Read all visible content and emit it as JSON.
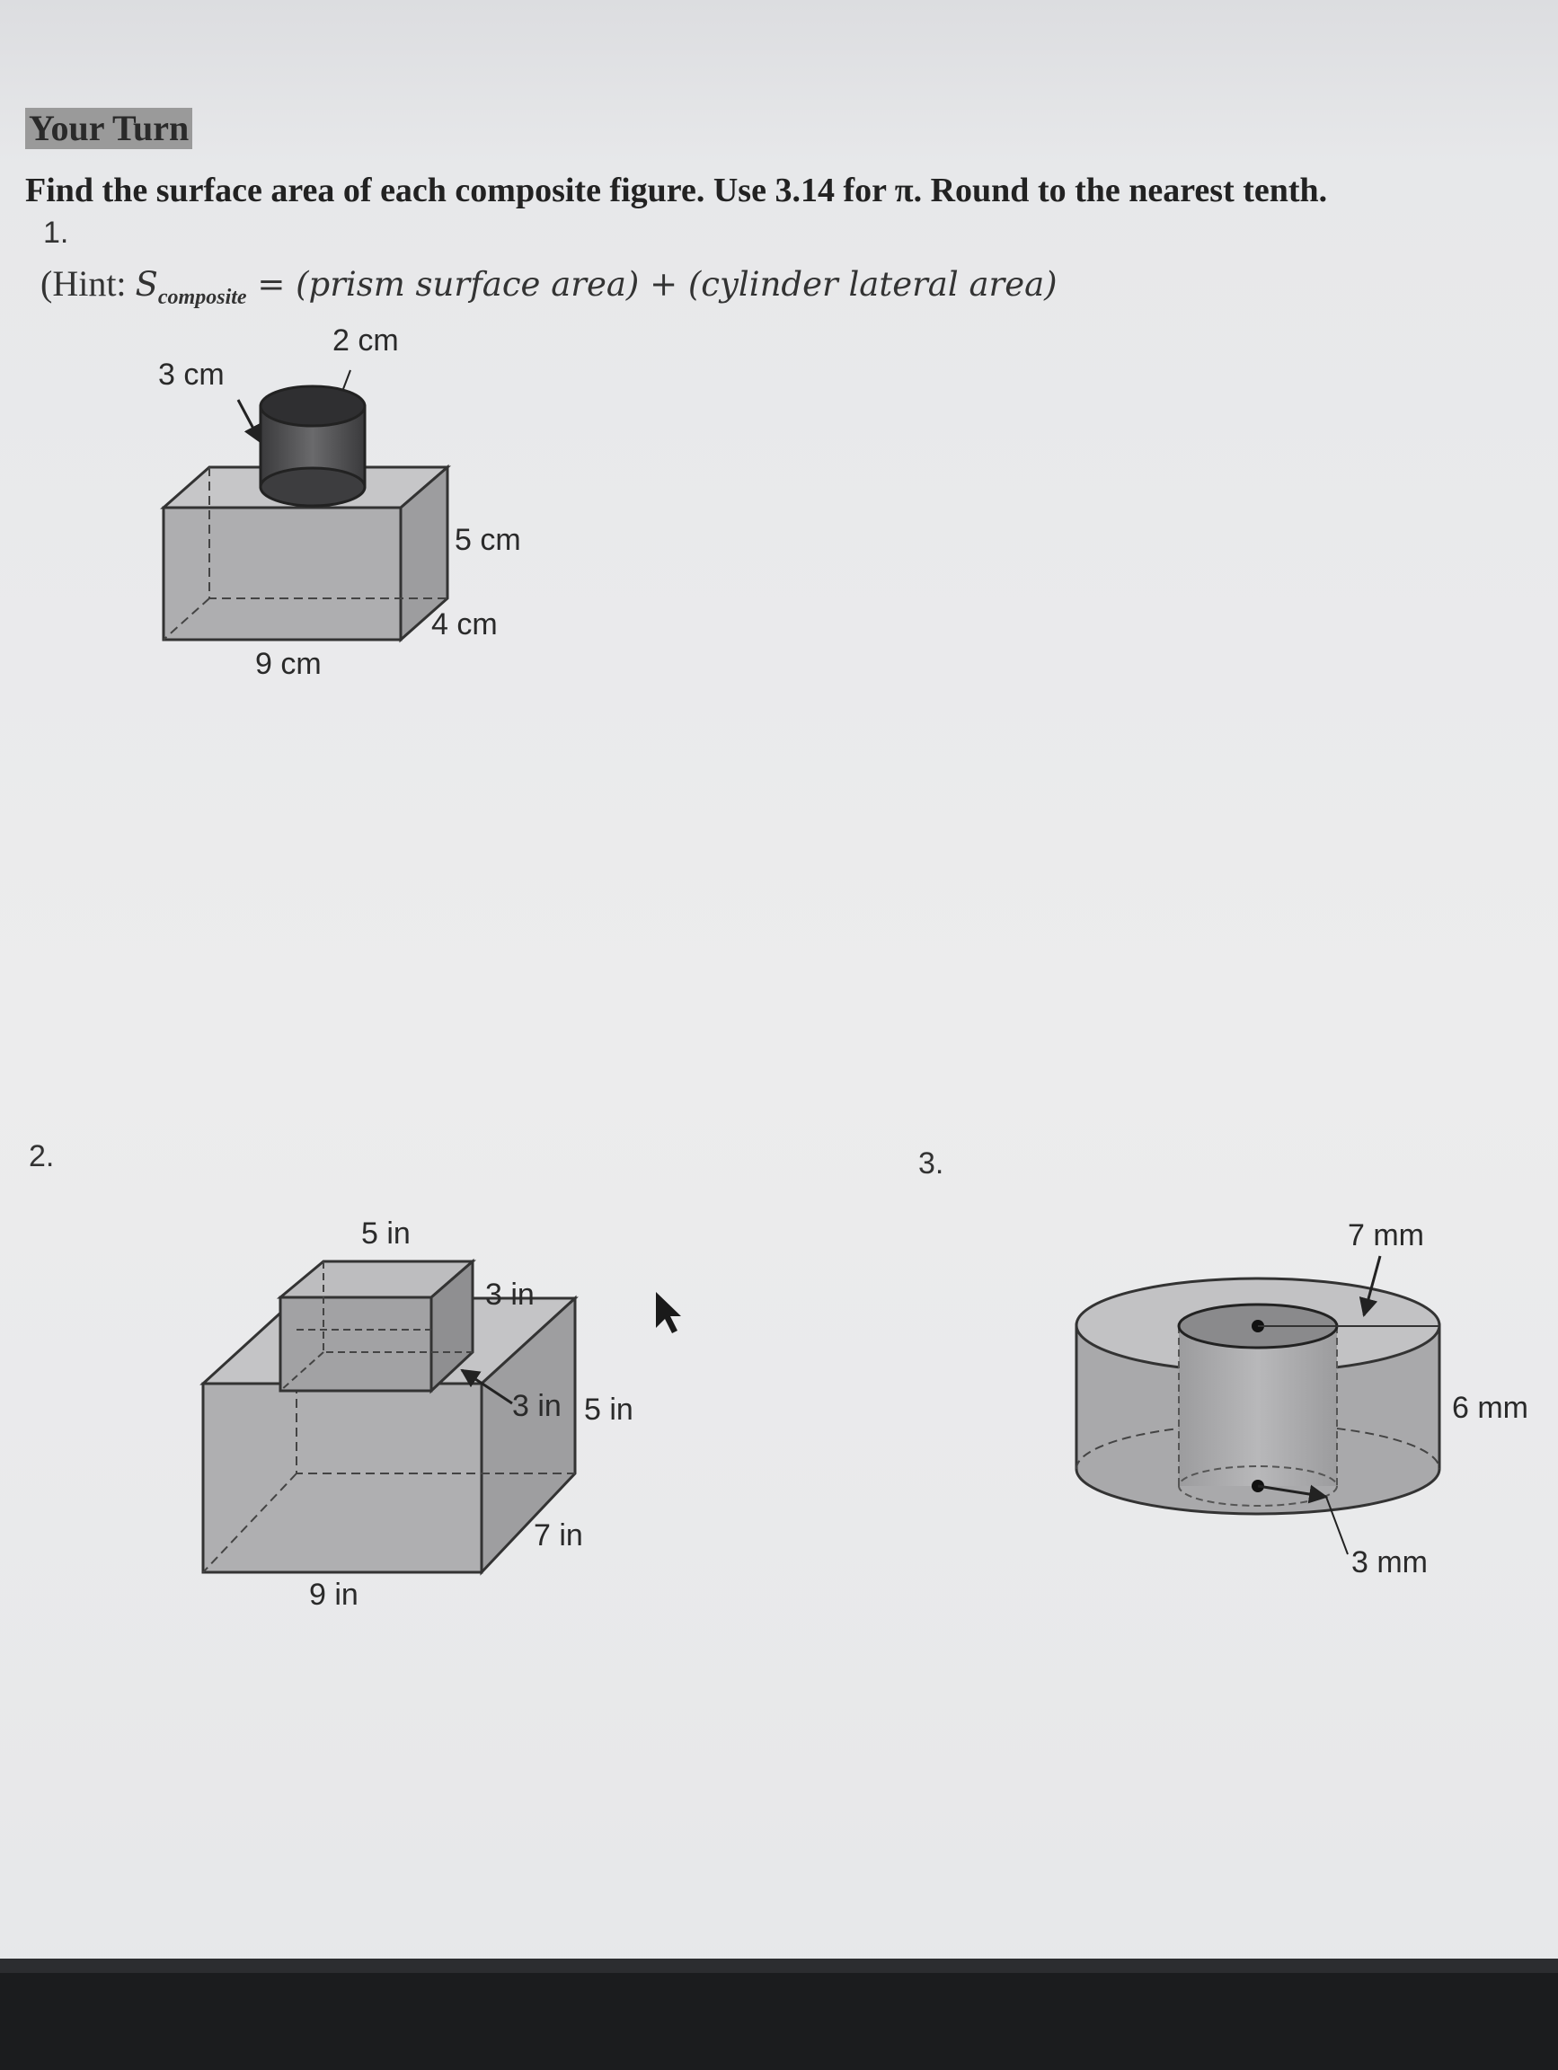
{
  "heading": "Your Turn",
  "instructions": "Find the surface area of each composite figure. Use 3.14 for π. Round to the nearest tenth.",
  "problems": [
    {
      "number": "1.",
      "hint_open": "(Hint: ",
      "hint_s": "S",
      "hint_sub": "composite",
      "hint_formula": " = (prism surface area) + (cylinder lateral area)",
      "labels": {
        "top": "2 cm",
        "radius": "3 cm",
        "height": "5 cm",
        "depth": "4 cm",
        "length": "9 cm"
      }
    },
    {
      "number": "2.",
      "labels": {
        "top_width": "5 in",
        "top_height": "3 in",
        "top_depth": "3 in",
        "height": "5 in",
        "depth": "7 in",
        "length": "9 in"
      }
    },
    {
      "number": "3.",
      "labels": {
        "outer_radius": "7 mm",
        "height": "6 mm",
        "inner_radius": "3 mm"
      }
    }
  ],
  "colors": {
    "shape_fill": "#a9a9ab",
    "shape_top": "#c4c4c6",
    "cylinder_dark": "#4a4a4c",
    "bottom_bar": "#1b1c1e"
  },
  "icons": [
    "mouse-cursor-icon"
  ]
}
